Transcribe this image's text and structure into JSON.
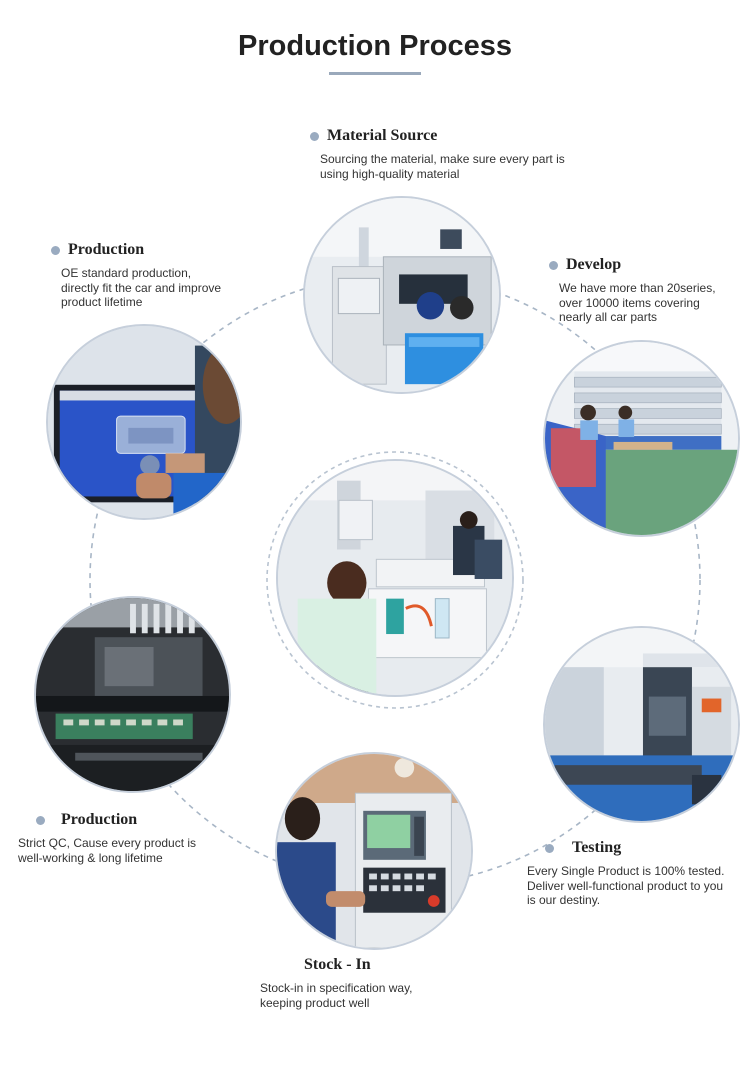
{
  "header": {
    "title": "Production Process"
  },
  "colors": {
    "accent": "#9aabc0",
    "ring": "#a8b6c6"
  },
  "steps": {
    "material": {
      "title": "Material Source",
      "lines": [
        "Sourcing the material, make sure every part is",
        "using high-quality material"
      ]
    },
    "production_top": {
      "title": "Production",
      "lines": [
        "OE standard production,",
        "directly fit the car and improve",
        "product lifetime"
      ]
    },
    "develop": {
      "title": "Develop",
      "lines": [
        "We have more than 20series,",
        "over 10000 items covering",
        "nearly all car parts"
      ]
    },
    "production_bottom": {
      "title": "Production",
      "lines": [
        "Strict QC, Cause every product is",
        "well-working & long lifetime"
      ]
    },
    "testing": {
      "title": "Testing",
      "lines": [
        "Every Single Product is 100% tested.",
        "Deliver well-functional product to you",
        "is our destiny."
      ]
    },
    "stock": {
      "title": "Stock - In",
      "lines": [
        "Stock-in in specification way,",
        "keeping product well"
      ]
    }
  }
}
